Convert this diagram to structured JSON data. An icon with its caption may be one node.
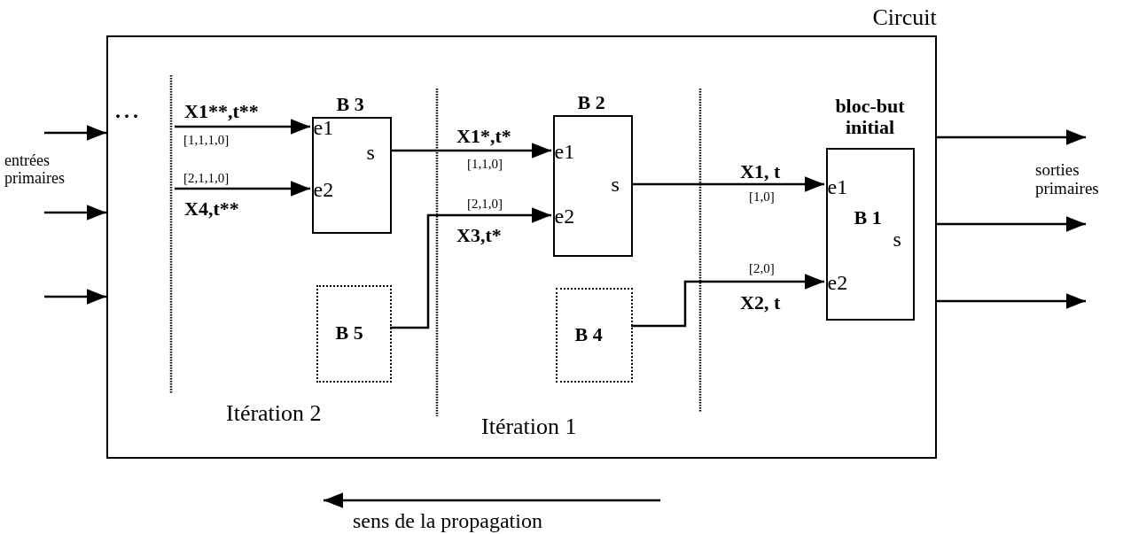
{
  "diagram": {
    "nodes": [
      {
        "text": [
          "Circuit"
        ]
      },
      {
        "text": [
          "B 3",
          "e1",
          "e2",
          "s"
        ],
        "in": 0
      },
      {
        "text": [
          "B 2",
          "e1",
          "e2",
          "s"
        ],
        "in": 0
      },
      {
        "text": [
          "bloc-but initial",
          "B 1",
          "e1",
          "e2",
          "s"
        ],
        "in": 0
      },
      {
        "text": [
          "B 5"
        ],
        "in": 0
      },
      {
        "text": [
          "B 4"
        ],
        "in": 0
      }
    ],
    "edges": [
      {
        "from": null,
        "to": 0,
        "arrow": "to"
      },
      {
        "from": null,
        "to": 0,
        "arrow": "to"
      },
      {
        "from": null,
        "to": 0,
        "arrow": "to"
      },
      {
        "from": 0,
        "to": null,
        "arrow": "to"
      },
      {
        "from": 0,
        "to": null,
        "arrow": "to"
      },
      {
        "from": 0,
        "to": null,
        "arrow": "to"
      },
      {
        "from": null,
        "to": 1,
        "arrow": "to",
        "label": "X1**,t**"
      },
      {
        "from": null,
        "to": 1,
        "arrow": "to",
        "label": "X4,t**"
      },
      {
        "from": 1,
        "to": 2,
        "arrow": "to",
        "label": "X1*,t*"
      },
      {
        "from": 4,
        "to": 2,
        "arrow": "to",
        "label": "X3,t*"
      },
      {
        "from": 2,
        "to": 3,
        "arrow": "to",
        "label": "X1, t"
      },
      {
        "from": 5,
        "to": 3,
        "arrow": "to",
        "label": "X2, t"
      }
    ],
    "labels": [
      "entrées primaires",
      "sorties primaires",
      "...",
      "[1,1,1,0]",
      "[2,1,1,0]",
      "[1,1,0]",
      "[2,1,0]",
      "[1,0]",
      "[2,0]",
      "Itération 2",
      "Itération 1",
      "sens de la propagation"
    ]
  }
}
